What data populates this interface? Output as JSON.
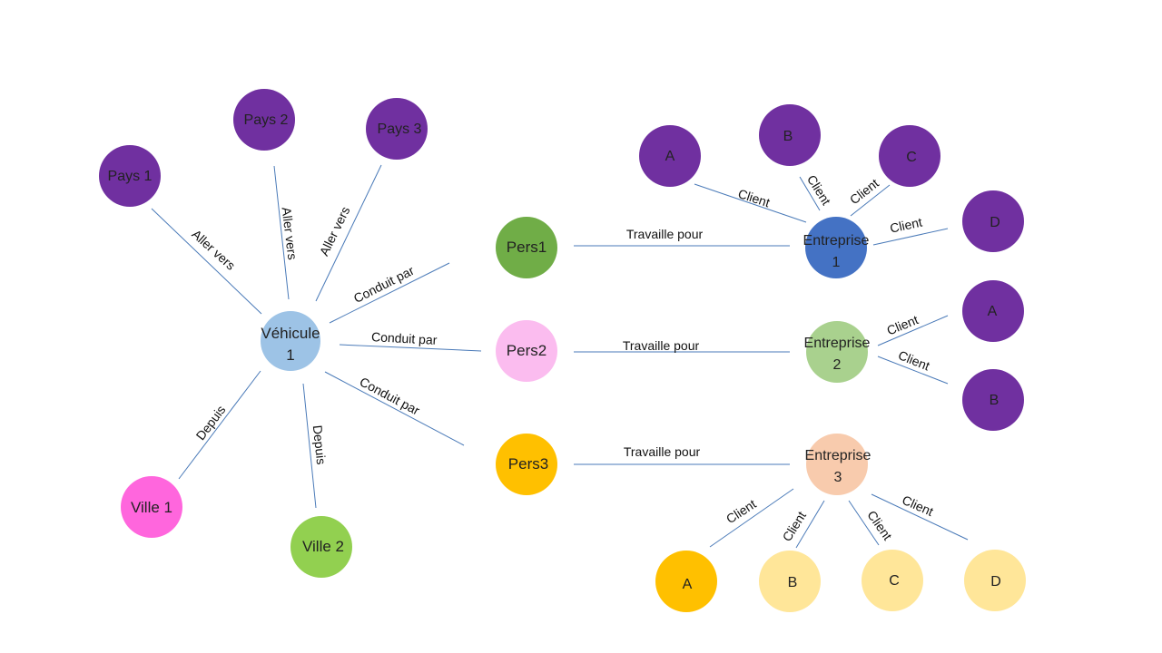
{
  "colors": {
    "purple": "#7030a0",
    "vehicle": "#9dc3e6",
    "green_dark": "#70ad47",
    "pink_light": "#fbbcef",
    "gold": "#ffc000",
    "magenta": "#ff66dd",
    "lime": "#92d050",
    "blue": "#4472c4",
    "green_light": "#a9d18e",
    "peach": "#f8cbad",
    "yellow_light": "#ffe699",
    "edge": "#4a7ab8"
  },
  "nodes": {
    "pays1": {
      "label": "Pays 1",
      "color": "purple"
    },
    "pays2": {
      "label": "Pays 2",
      "color": "purple"
    },
    "pays3": {
      "label": "Pays 3",
      "color": "purple"
    },
    "vehicule1": {
      "line1": "Véhicule",
      "line2": "1",
      "color": "vehicle"
    },
    "ville1": {
      "label": "Ville 1",
      "color": "magenta"
    },
    "ville2": {
      "label": "Ville 2",
      "color": "lime"
    },
    "pers1": {
      "label": "Pers1",
      "color": "green_dark"
    },
    "pers2": {
      "label": "Pers2",
      "color": "pink_light"
    },
    "pers3": {
      "label": "Pers3",
      "color": "gold"
    },
    "entreprise1": {
      "line1": "Entreprise",
      "line2": "1",
      "color": "blue"
    },
    "entreprise2": {
      "line1": "Entreprise",
      "line2": "2",
      "color": "green_light"
    },
    "entreprise3": {
      "line1": "Entreprise",
      "line2": "3",
      "color": "peach"
    },
    "e1_a": {
      "label": "A",
      "color": "purple"
    },
    "e1_b": {
      "label": "B",
      "color": "purple"
    },
    "e1_c": {
      "label": "C",
      "color": "purple"
    },
    "e1_d": {
      "label": "D",
      "color": "purple"
    },
    "e2_a": {
      "label": "A",
      "color": "purple"
    },
    "e2_b": {
      "label": "B",
      "color": "purple"
    },
    "e3_a": {
      "label": "A",
      "color": "gold"
    },
    "e3_b": {
      "label": "B",
      "color": "yellow_light"
    },
    "e3_c": {
      "label": "C",
      "color": "yellow_light"
    },
    "e3_d": {
      "label": "D",
      "color": "yellow_light"
    }
  },
  "edges": {
    "aller_vers_1": {
      "label": "Aller vers"
    },
    "aller_vers_2": {
      "label": "Aller vers"
    },
    "aller_vers_3": {
      "label": "Aller vers"
    },
    "conduit_par_1": {
      "label": "Conduit par"
    },
    "conduit_par_2": {
      "label": "Conduit par"
    },
    "conduit_par_3": {
      "label": "Conduit par"
    },
    "depuis_1": {
      "label": "Depuis"
    },
    "depuis_2": {
      "label": "Depuis"
    },
    "travaille_1": {
      "label": "Travaille pour"
    },
    "travaille_2": {
      "label": "Travaille pour"
    },
    "travaille_3": {
      "label": "Travaille pour"
    },
    "client_e1_a": {
      "label": "Client"
    },
    "client_e1_b": {
      "label": "Client"
    },
    "client_e1_c": {
      "label": "Client"
    },
    "client_e1_d": {
      "label": "Client"
    },
    "client_e2_a": {
      "label": "Client"
    },
    "client_e2_b": {
      "label": "Client"
    },
    "client_e3_a": {
      "label": "Client"
    },
    "client_e3_b": {
      "label": "Client"
    },
    "client_e3_c": {
      "label": "Client"
    },
    "client_e3_d": {
      "label": "Client"
    }
  }
}
